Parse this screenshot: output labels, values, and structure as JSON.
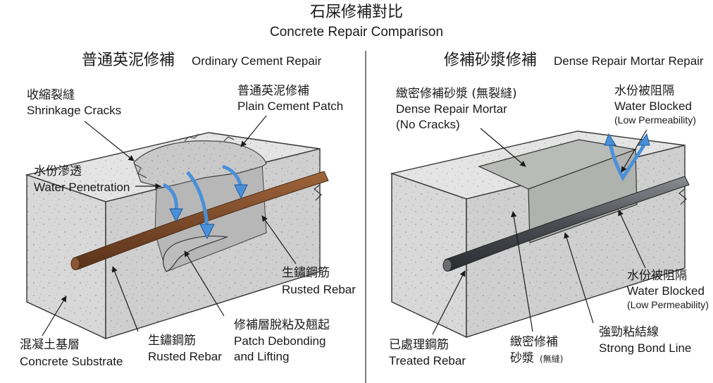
{
  "title": {
    "zh": "石屎修補對比",
    "en": "Concrete Repair Comparison"
  },
  "left_panel": {
    "heading_zh": "普通英泥修補",
    "heading_en": "Ordinary Cement Repair",
    "labels": {
      "shrinkage_cracks": {
        "zh": "收縮裂縫",
        "en": "Shrinkage Cracks"
      },
      "plain_patch": {
        "zh": "普通英泥修補",
        "en": "Plain Cement Patch"
      },
      "water_penetration": {
        "zh": "水份滲透",
        "en": "Water Penetration"
      },
      "rusted_rebar_right": {
        "zh": "生鏽鋼筋",
        "en": "Rusted Rebar"
      },
      "concrete_substrate": {
        "zh": "混凝土基層",
        "en": "Concrete Substrate"
      },
      "rusted_rebar_bottom": {
        "zh": "生鏽鋼筋",
        "en": "Rusted Rebar"
      },
      "debonding": {
        "zh": "修補層脫粘及翹起",
        "en1": "Patch Debonding",
        "en2": "and Lifting"
      }
    }
  },
  "right_panel": {
    "heading_zh": "修補砂漿修補",
    "heading_en": "Dense Repair Mortar Repair",
    "labels": {
      "dense_mortar": {
        "zh": "緻密修補砂漿 (無裂縫)",
        "en1": "Dense Repair Mortar",
        "en2": "(No Cracks)"
      },
      "water_blocked_top": {
        "zh": "水份被阻隔",
        "en": "Water Blocked",
        "note": "(Low Permeability)"
      },
      "water_blocked_mid": {
        "zh": "水份被阻隔",
        "en": "Water Blocked",
        "note": "(Low Permeability)"
      },
      "treated_rebar": {
        "zh": "已處理鋼筋",
        "en": "Treated Rebar"
      },
      "dense_mortar_bottom": {
        "zh1": "緻密修補",
        "zh2": "砂漿",
        "zh2_note": "(無縫)"
      },
      "bond_line": {
        "zh": "強勁粘結線",
        "en": "Strong Bond Line"
      }
    }
  },
  "colors": {
    "concrete_top": "#e4e4e4",
    "concrete_front": "#d8d8d8",
    "concrete_side": "#c8c8c8",
    "rust": "#7b4a2a",
    "water_arrow": "#4a90d9",
    "mortar": "#b9bbb8",
    "rebar_steel": "#4a4d52"
  }
}
